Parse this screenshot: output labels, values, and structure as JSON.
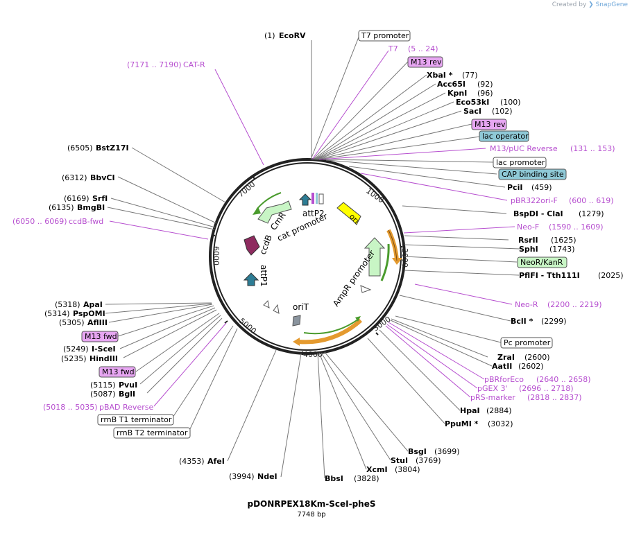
{
  "brand": {
    "prefix": "Created by",
    "name": "SnapGene"
  },
  "plasmid": {
    "name": "pDONRPEX18Km-SceI-pheS",
    "length_label": "7748 bp"
  },
  "ticks": [
    "1000",
    "2000",
    "3000",
    "4000",
    "5000",
    "6000",
    "7000"
  ],
  "right_labels": [
    {
      "type": "box",
      "text": "T7 promoter",
      "line": "#777"
    },
    {
      "type": "primer",
      "pos": "(5 .. 24)",
      "name": "T7"
    },
    {
      "type": "mbox",
      "text": "M13 rev",
      "line": "#b64ecf"
    },
    {
      "type": "site",
      "name": "XbaI *",
      "pos": "(77)"
    },
    {
      "type": "site",
      "name": "Acc65I",
      "pos": "(92)"
    },
    {
      "type": "site",
      "name": "KpnI",
      "pos": "(96)"
    },
    {
      "type": "site",
      "name": "Eco53kI",
      "pos": "(100)"
    },
    {
      "type": "site",
      "name": "SacI",
      "pos": "(102)"
    },
    {
      "type": "mbox",
      "text": "M13 rev",
      "line": "#b64ecf"
    },
    {
      "type": "bbox",
      "text": "lac operator",
      "line": "#777"
    },
    {
      "type": "primer",
      "name": "M13/pUC Reverse",
      "pos": "(131 .. 153)"
    },
    {
      "type": "box",
      "text": "lac promoter",
      "line": "#777"
    },
    {
      "type": "bbox",
      "text": "CAP binding site",
      "line": "#777"
    },
    {
      "type": "site",
      "name": "PciI",
      "pos": "(459)"
    },
    {
      "type": "primer",
      "name": "pBR322ori-F",
      "pos": "(600 .. 619)"
    },
    {
      "type": "site",
      "name": "BspDI  - ClaI",
      "pos": "(1279)"
    },
    {
      "type": "primer",
      "name": "Neo-F",
      "pos": "(1590 .. 1609)"
    },
    {
      "type": "site",
      "name": "RsrII",
      "pos": "(1625)"
    },
    {
      "type": "site",
      "name": "SphI",
      "pos": "(1743)"
    },
    {
      "type": "gbox",
      "text": "NeoR/KanR",
      "line": "#777"
    },
    {
      "type": "site",
      "name": "PflFI  - Tth111I",
      "pos": "(2025)"
    },
    {
      "type": "primer",
      "name": "Neo-R",
      "pos": "(2200 .. 2219)"
    },
    {
      "type": "site",
      "name": "BclI *",
      "pos": "(2299)"
    },
    {
      "type": "box",
      "text": "Pc promoter",
      "line": "#777"
    },
    {
      "type": "site",
      "name": "ZraI",
      "pos": "(2600)"
    },
    {
      "type": "site",
      "name": "AatII",
      "pos": "(2602)"
    },
    {
      "type": "primer",
      "name": "pBRforEco",
      "pos": "(2640 .. 2658)"
    },
    {
      "type": "primer",
      "name": "pGEX 3'",
      "pos": "(2696 .. 2718)"
    },
    {
      "type": "primer",
      "name": "pRS-marker",
      "pos": "(2818 .. 2837)"
    },
    {
      "type": "site",
      "name": "HpaI",
      "pos": "(2884)"
    },
    {
      "type": "site",
      "name": "PpuMI *",
      "pos": "(3032)"
    },
    {
      "type": "site",
      "name": "BsgI",
      "pos": "(3699)"
    },
    {
      "type": "site",
      "name": "StuI",
      "pos": "(3769)"
    },
    {
      "type": "site",
      "name": "XcmI",
      "pos": "(3804)"
    },
    {
      "type": "site",
      "name": "BbsI",
      "pos": "(3828)"
    }
  ],
  "left_labels": [
    {
      "type": "lsite",
      "pos": "(1)",
      "name": "EcoRV"
    },
    {
      "type": "lprimer",
      "pos": "(7171 .. 7190)",
      "name": "CAT-R"
    },
    {
      "type": "lsite",
      "pos": "(6505)",
      "name": "BstZ17I"
    },
    {
      "type": "lsite",
      "pos": "(6312)",
      "name": "BbvCI"
    },
    {
      "type": "lsite",
      "pos": "(6169)",
      "name": "SrfI"
    },
    {
      "type": "lsite",
      "pos": "(6135)",
      "name": "BmgBI"
    },
    {
      "type": "lprimer",
      "pos": "(6050 .. 6069)",
      "name": "ccdB-fwd"
    },
    {
      "type": "lsite",
      "pos": "(5318)",
      "name": "ApaI"
    },
    {
      "type": "lsite",
      "pos": "(5314)",
      "name": "PspOMI"
    },
    {
      "type": "lsite",
      "pos": "(5305)",
      "name": "AflIII"
    },
    {
      "type": "mbox",
      "text": "M13 fwd"
    },
    {
      "type": "lsite",
      "pos": "(5249)",
      "name": "I-SceI"
    },
    {
      "type": "lsite",
      "pos": "(5235)",
      "name": "HindIII"
    },
    {
      "type": "mbox",
      "text": "M13 fwd"
    },
    {
      "type": "lsite",
      "pos": "(5115)",
      "name": "PvuI"
    },
    {
      "type": "lsite",
      "pos": "(5087)",
      "name": "BglI"
    },
    {
      "type": "lprimer",
      "pos": "(5018 .. 5035)",
      "name": "pBAD Reverse"
    },
    {
      "type": "box",
      "text": "rrnB T1 terminator"
    },
    {
      "type": "box",
      "text": "rrnB T2 terminator"
    },
    {
      "type": "lsite",
      "pos": "(4353)",
      "name": "AfeI"
    },
    {
      "type": "lsite",
      "pos": "(3994)",
      "name": "NdeI"
    }
  ],
  "features": [
    {
      "name": "ori",
      "color": "#ffff00"
    },
    {
      "name": "AmpR promoter"
    },
    {
      "name": "attP2"
    },
    {
      "name": "cat promoter"
    },
    {
      "name": "CmR"
    },
    {
      "name": "ccdB"
    },
    {
      "name": "attP1"
    },
    {
      "name": "oriT"
    }
  ],
  "colors": {
    "primer": "#b64ecf",
    "mbox_fill": "#e7a6f2",
    "bbox_fill": "#8fc9d7",
    "gbox_fill": "#c8f5c5",
    "ring": "#222222",
    "ampr_fill": "#f2c489"
  }
}
